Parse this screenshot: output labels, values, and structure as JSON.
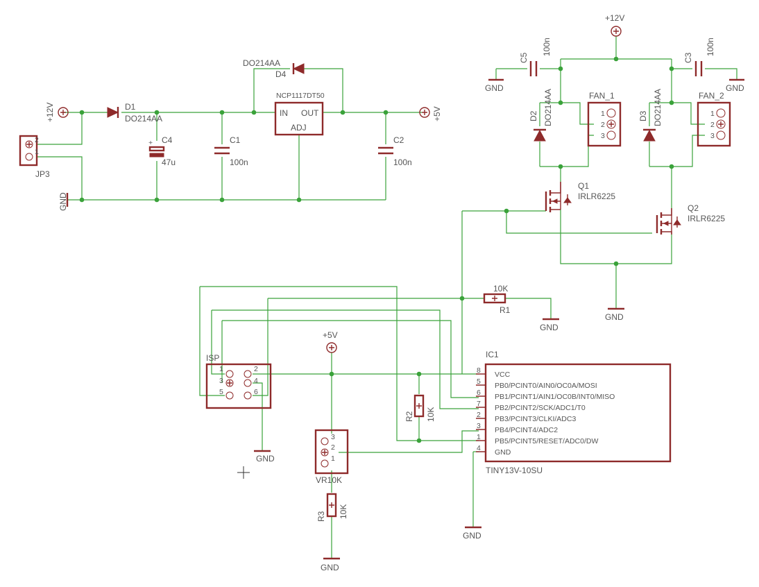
{
  "power": {
    "p12_left": "+12V",
    "p12_top": "+12V",
    "p5_right": "+5V",
    "p5_mid": "+5V"
  },
  "gnd_label": "GND",
  "parts": {
    "D1": {
      "name": "D1",
      "value": "DO214AA"
    },
    "D4": {
      "name": "D4",
      "value": "DO214AA"
    },
    "D2": {
      "name": "D2",
      "value": "DO214AA"
    },
    "D3": {
      "name": "D3",
      "value": "DO214AA"
    },
    "C4": {
      "name": "C4",
      "value": "47u"
    },
    "C1": {
      "name": "C1",
      "value": "100n"
    },
    "C2": {
      "name": "C2",
      "value": "100n"
    },
    "C3": {
      "name": "C3",
      "value": "100n"
    },
    "C5": {
      "name": "C5",
      "value": "100n"
    },
    "U1": {
      "value": "NCP1117DT50",
      "in": "IN",
      "out": "OUT",
      "adj": "ADJ"
    },
    "JP3": {
      "name": "JP3",
      "pins": [
        "2",
        "1"
      ]
    },
    "FAN1": {
      "name": "FAN_1",
      "pins": [
        "1",
        "2",
        "3"
      ]
    },
    "FAN2": {
      "name": "FAN_2",
      "pins": [
        "1",
        "2",
        "3"
      ]
    },
    "Q1": {
      "name": "Q1",
      "value": "IRLR6225"
    },
    "Q2": {
      "name": "Q2",
      "value": "IRLR6225"
    },
    "R1": {
      "name": "R1",
      "value": "10K"
    },
    "R2": {
      "name": "R2",
      "value": "10K"
    },
    "R3": {
      "name": "R3",
      "value": "10K"
    },
    "ISP": {
      "name": "ISP",
      "pins": [
        "1",
        "2",
        "3",
        "4",
        "5",
        "6"
      ]
    },
    "VR": {
      "name": "VR10K",
      "pins": [
        "3",
        "2",
        "1"
      ]
    },
    "IC1": {
      "name": "IC1",
      "value": "TINY13V-10SU",
      "pin_labels": [
        "VCC",
        "PB0/PCINT0/AIN0/OC0A/MOSI",
        "PB1/PCINT1/AIN1/OC0B/INT0/MISO",
        "PB2/PCINT2/SCK/ADC1/T0",
        "PB3/PCINT3/CLKI/ADC3",
        "PB4/PCINT4/ADC2",
        "PB5/PCINT5/RESET/ADC0/DW",
        "GND"
      ],
      "pin_numbers": [
        "8",
        "5",
        "6",
        "7",
        "2",
        "3",
        "1",
        "4"
      ]
    }
  },
  "colors": {
    "wire": "#3aa23a",
    "symbol": "#8e2a2a",
    "text": "#555555",
    "background": "#ffffff"
  }
}
